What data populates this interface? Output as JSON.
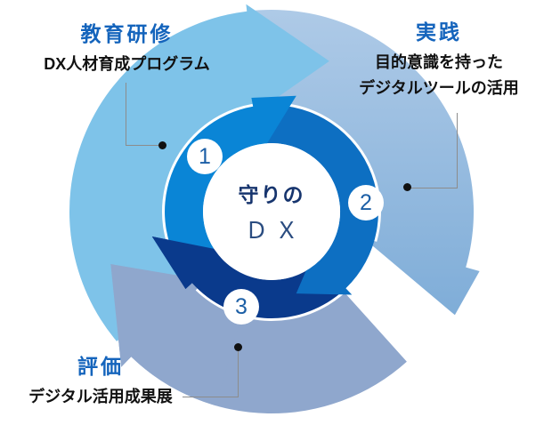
{
  "center": {
    "line1": "守りの",
    "line2": "ＤＸ"
  },
  "steps": [
    {
      "number": "1",
      "label": "教育研修",
      "description": [
        "DX人材育成プログラム"
      ]
    },
    {
      "number": "2",
      "label": "実践",
      "description": [
        "目的意識を持った",
        "デジタルツールの活用"
      ]
    },
    {
      "number": "3",
      "label": "評価",
      "description": [
        "デジタル活用成果展"
      ]
    }
  ],
  "colors": {
    "background": "#ffffff",
    "step_label": "#1464bc",
    "description_text": "#111111",
    "center_line1": "#17356e",
    "center_line2": "#2a4c80",
    "badge_number": "#1c5fa6",
    "leader_line": "#8c8c8c",
    "dot": "#111111",
    "outer_sky": "#7ec3e9",
    "outer_steel_top": "#aecae7",
    "outer_steel_bottom": "#7fadd8",
    "outer_gray": "#8fa7cd",
    "inner_bright": "#0a85d6",
    "inner_medium": "#0d6fc2",
    "inner_navy": "#0a3a8c",
    "center_circle": "#ffffff"
  }
}
